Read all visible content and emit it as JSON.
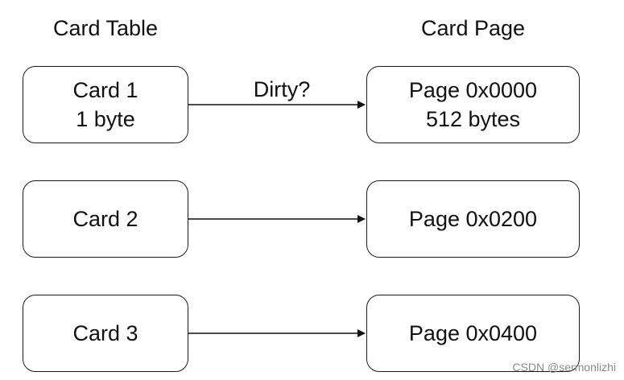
{
  "headings": {
    "left": "Card Table",
    "right": "Card Page"
  },
  "cards": [
    {
      "line1": "Card 1",
      "line2": "1 byte"
    },
    {
      "line1": "Card 2"
    },
    {
      "line1": "Card 3"
    }
  ],
  "pages": [
    {
      "line1": "Page 0x0000",
      "line2": "512 bytes"
    },
    {
      "line1": "Page 0x0200"
    },
    {
      "line1": "Page 0x0400"
    }
  ],
  "arrow_label": "Dirty?",
  "watermark": "CSDN @sermonlizhi"
}
